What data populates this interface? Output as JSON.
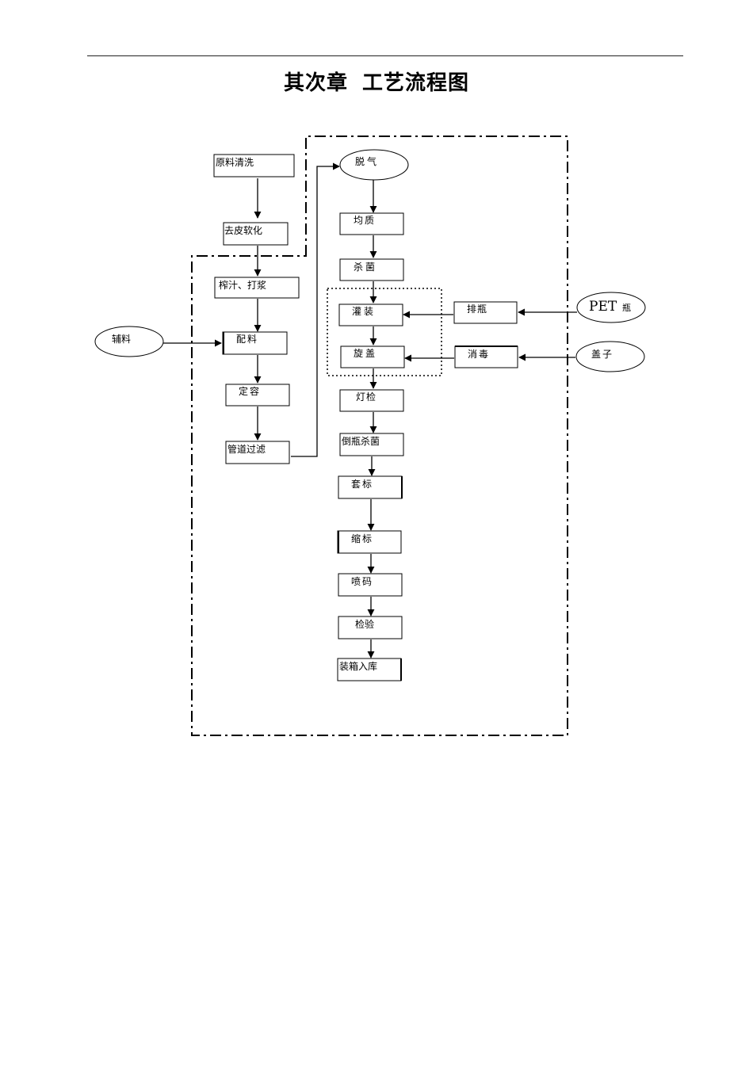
{
  "title": {
    "part1": "其次章",
    "part2": "工艺流程图"
  },
  "steps": {
    "wash": "原料清洗",
    "peel": "去皮软化",
    "juice": "榨汁、打浆",
    "mix": "配料",
    "volume": "定容",
    "filter": "管道过滤",
    "degas": "脱气",
    "homogenize": "均质",
    "sterilize": "杀菌",
    "fill": "灌装",
    "cap": "旋盖",
    "lightcheck": "灯检",
    "invert": "倒瓶杀菌",
    "sleeve": "套标",
    "shrink": "缩标",
    "print": "喷码",
    "inspect": "检验",
    "pack": "装箱入库",
    "arrange": "排瓶",
    "disinfect": "消毒"
  },
  "inputs": {
    "aux": "辅料",
    "pet_main": "PET",
    "pet_sub": "瓶",
    "caps": "盖子"
  }
}
